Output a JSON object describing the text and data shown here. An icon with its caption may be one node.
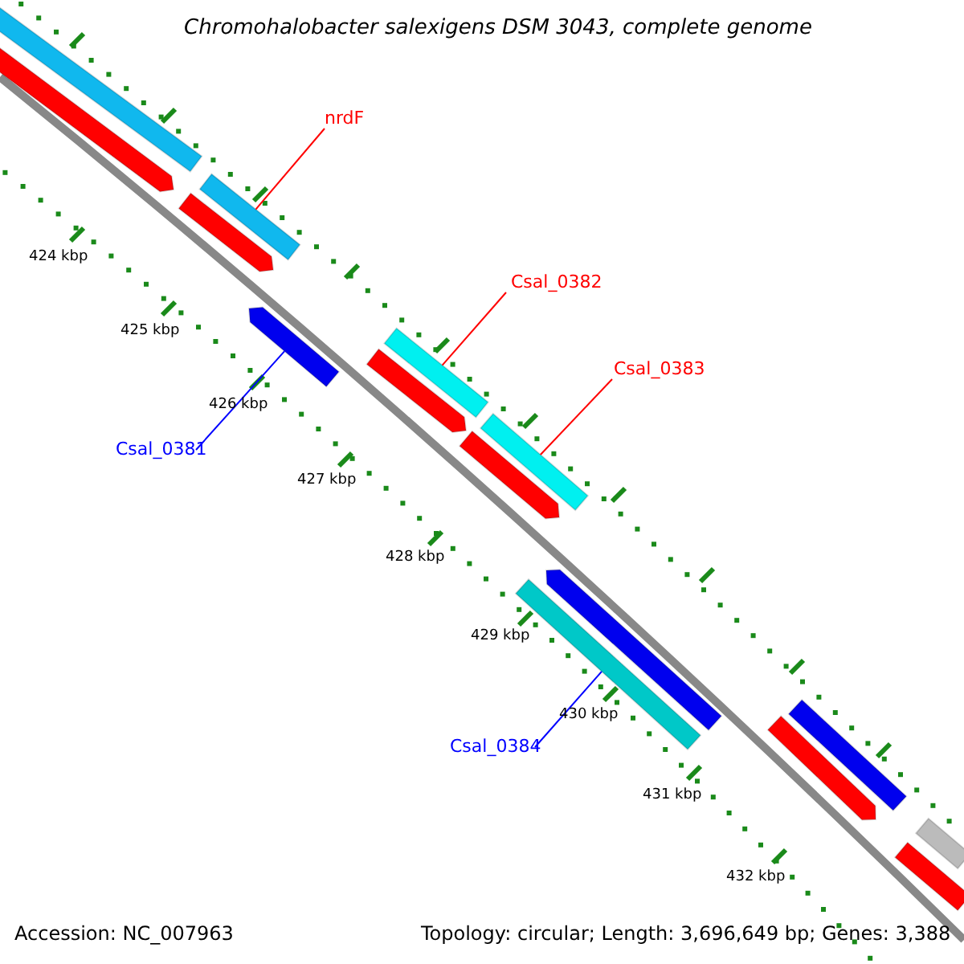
{
  "diagram": {
    "title": "Chromohalobacter salexigens DSM 3043, complete genome",
    "nodes": [
      {
        "text": [
          "nrdF"
        ]
      },
      {
        "text": [],
        "shape": "bar"
      },
      {
        "text": [
          "Csal_0382"
        ]
      },
      {
        "text": [],
        "shape": "bar"
      },
      {
        "text": [
          "Csal_0383"
        ]
      },
      {
        "text": [],
        "shape": "bar"
      },
      {
        "text": [
          "Csal_0381"
        ]
      },
      {
        "text": [],
        "shape": "bar"
      },
      {
        "text": [
          "Csal_0384"
        ]
      },
      {
        "text": [],
        "shape": "bar"
      },
      {
        "text": [],
        "shape": "bar"
      },
      {
        "text": [],
        "shape": "bar"
      },
      {
        "text": [],
        "shape": "bar"
      },
      {
        "text": [],
        "shape": "bar"
      },
      {
        "text": [],
        "shape": "bar"
      },
      {
        "text": [],
        "shape": "bar"
      },
      {
        "text": [],
        "shape": "bar"
      },
      {
        "text": [],
        "shape": "bar"
      },
      {
        "text": [],
        "shape": "bar"
      },
      {
        "text": [],
        "shape": "bar"
      }
    ],
    "edges": [
      {
        "from": 0,
        "to": 1,
        "arrow": "none"
      },
      {
        "from": 2,
        "to": 3,
        "arrow": "none"
      },
      {
        "from": 4,
        "to": 5,
        "arrow": "none"
      },
      {
        "from": 6,
        "to": 7,
        "arrow": "none",
        "color": "#0000ff"
      },
      {
        "from": 8,
        "to": 9,
        "arrow": "none",
        "color": "#0000ff"
      }
    ],
    "labels": [
      "424 kbp",
      "425 kbp",
      "426 kbp",
      "427 kbp",
      "428 kbp",
      "429 kbp",
      "430 kbp",
      "431 kbp",
      "432 kbp",
      "Accession: NC_007963",
      "Topology: circular; Length: 3,696,649 bp; Genes: 3,388"
    ]
  }
}
